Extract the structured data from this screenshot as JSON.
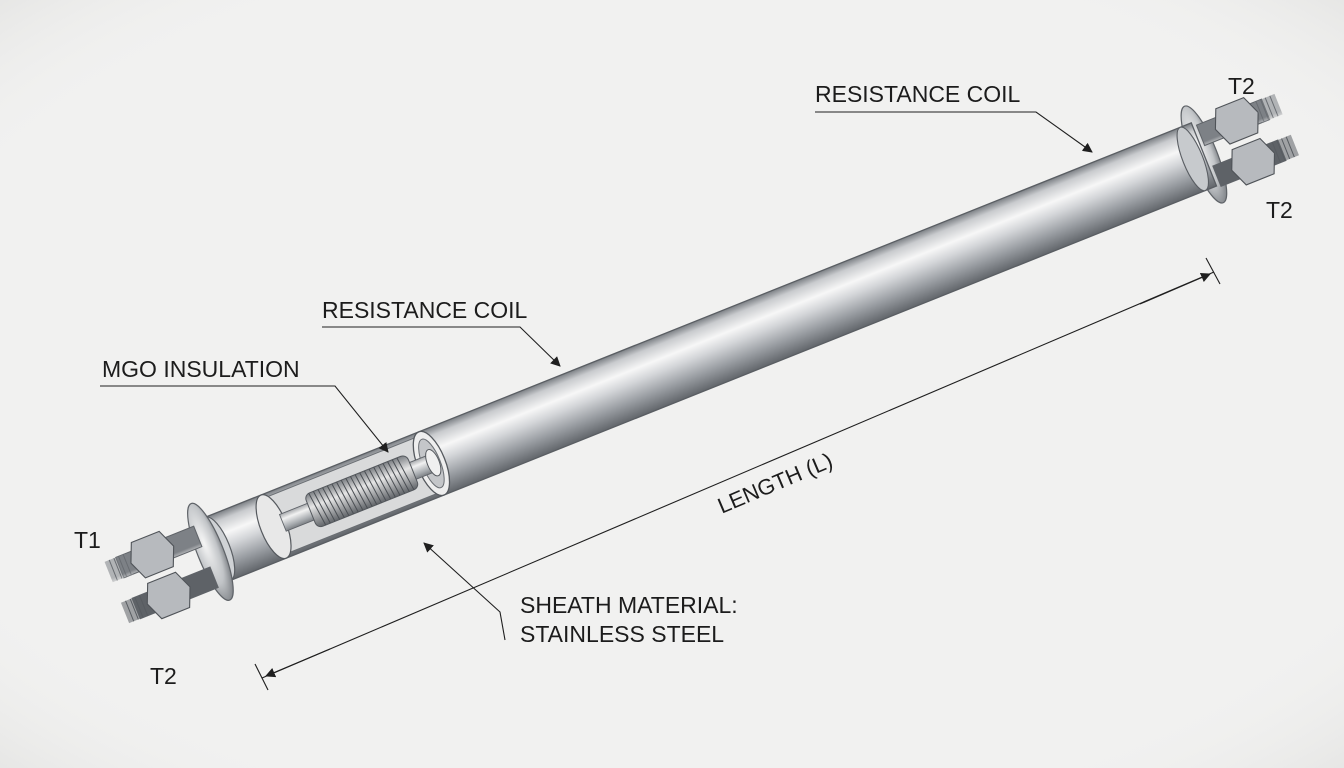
{
  "labels": {
    "resistance_coil_top": "RESISTANCE COIL",
    "resistance_coil_mid": "RESISTANCE COIL",
    "mgo_insulation": "MGO INSULATION",
    "sheath_line1": "SHEATH MATERIAL:",
    "sheath_line2": "STAINLESS STEEL",
    "length": "LENGTH (L)",
    "terminal_t1": "T1",
    "terminal_t2_bottom": "T2",
    "terminal_t2_top": "T2",
    "terminal_t2_right": "T2"
  },
  "colors": {
    "background": "#f1f1f0",
    "steel_light": "#f4f4f4",
    "steel_mid": "#b9bcbf",
    "steel_dark": "#6f7378",
    "ink": "#1c1c1c"
  }
}
